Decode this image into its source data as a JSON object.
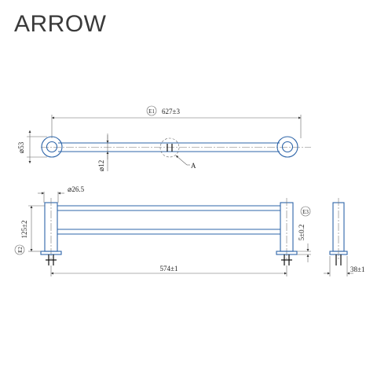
{
  "brand": {
    "logo_text": "ARROW"
  },
  "drawing": {
    "top_view": {
      "overall_length": "627±3",
      "overall_length_ref": "E1",
      "base_diameter": "⌀53",
      "rod_diameter": "⌀12",
      "detail_label": "A"
    },
    "front_view": {
      "flange_diameter": "⌀26.5",
      "rod_spacing": "125±2",
      "rod_spacing_ref": "E2",
      "center_distance": "574±1",
      "wall_ref": "E3",
      "offset": "5±0.2"
    },
    "side_view": {
      "depth": "38±1"
    }
  },
  "colors": {
    "line": "#2d64a8",
    "text": "#3a3a3a"
  }
}
